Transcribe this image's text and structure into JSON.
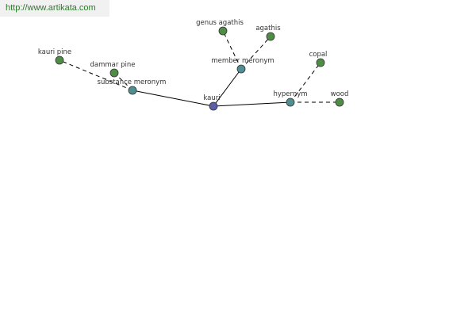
{
  "source_url": "http://www.artikata.com",
  "colors": {
    "center_node": "#5a5fa8",
    "relation_node": "#4f8f91",
    "term_node": "#4f8c45",
    "edge": "#000000",
    "url_text": "#2a7a2a"
  },
  "nodes": [
    {
      "id": "kauri",
      "label": "kauri",
      "kind": "center"
    },
    {
      "id": "substance_meronym",
      "label": "substance meronym",
      "kind": "relation"
    },
    {
      "id": "member_meronym",
      "label": "member meronym",
      "kind": "relation"
    },
    {
      "id": "hypernym",
      "label": "hypernym",
      "kind": "relation"
    },
    {
      "id": "kauri_pine",
      "label": "kauri pine",
      "kind": "term"
    },
    {
      "id": "dammar_pine",
      "label": "dammar pine",
      "kind": "term"
    },
    {
      "id": "genus_agathis",
      "label": "genus agathis",
      "kind": "term"
    },
    {
      "id": "agathis",
      "label": "agathis",
      "kind": "term"
    },
    {
      "id": "copal",
      "label": "copal",
      "kind": "term"
    },
    {
      "id": "wood",
      "label": "wood",
      "kind": "term"
    }
  ],
  "edges": [
    {
      "from": "kauri",
      "to": "substance_meronym",
      "style": "solid"
    },
    {
      "from": "kauri",
      "to": "member_meronym",
      "style": "solid"
    },
    {
      "from": "kauri",
      "to": "hypernym",
      "style": "solid"
    },
    {
      "from": "substance_meronym",
      "to": "kauri_pine",
      "style": "dashed"
    },
    {
      "from": "substance_meronym",
      "to": "dammar_pine",
      "style": "dashed"
    },
    {
      "from": "member_meronym",
      "to": "genus_agathis",
      "style": "dashed"
    },
    {
      "from": "member_meronym",
      "to": "agathis",
      "style": "dashed"
    },
    {
      "from": "hypernym",
      "to": "copal",
      "style": "dashed"
    },
    {
      "from": "hypernym",
      "to": "wood",
      "style": "dashed"
    }
  ]
}
